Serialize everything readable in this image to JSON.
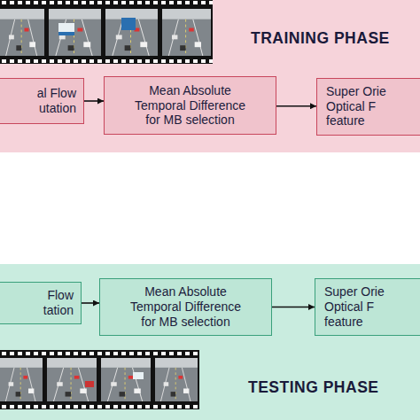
{
  "diagram": {
    "nodes": [
      {
        "text": [
          "TRAINING PHASE"
        ]
      },
      {
        "text": [
          "al Flow utation"
        ],
        "in": 0
      },
      {
        "text": [
          "Mean Absolute Temporal Difference for MB selection"
        ],
        "in": 0
      },
      {
        "text": [
          "Super Orie Optical F feature"
        ],
        "in": 0
      },
      {
        "text": [
          "TESTING PHASE"
        ]
      },
      {
        "text": [
          "Flow tation"
        ],
        "in": 4
      },
      {
        "text": [
          "Mean Absolute Temporal Difference for MB selection"
        ],
        "in": 4
      },
      {
        "text": [
          "Super Orie Optical F feature"
        ],
        "in": 4
      }
    ],
    "edges": [
      {
        "from": 1,
        "to": 2,
        "arrow": "to"
      },
      {
        "from": 2,
        "to": 3,
        "arrow": "to"
      },
      {
        "from": 5,
        "to": 6,
        "arrow": "to"
      },
      {
        "from": 6,
        "to": 7,
        "arrow": "to"
      }
    ]
  }
}
